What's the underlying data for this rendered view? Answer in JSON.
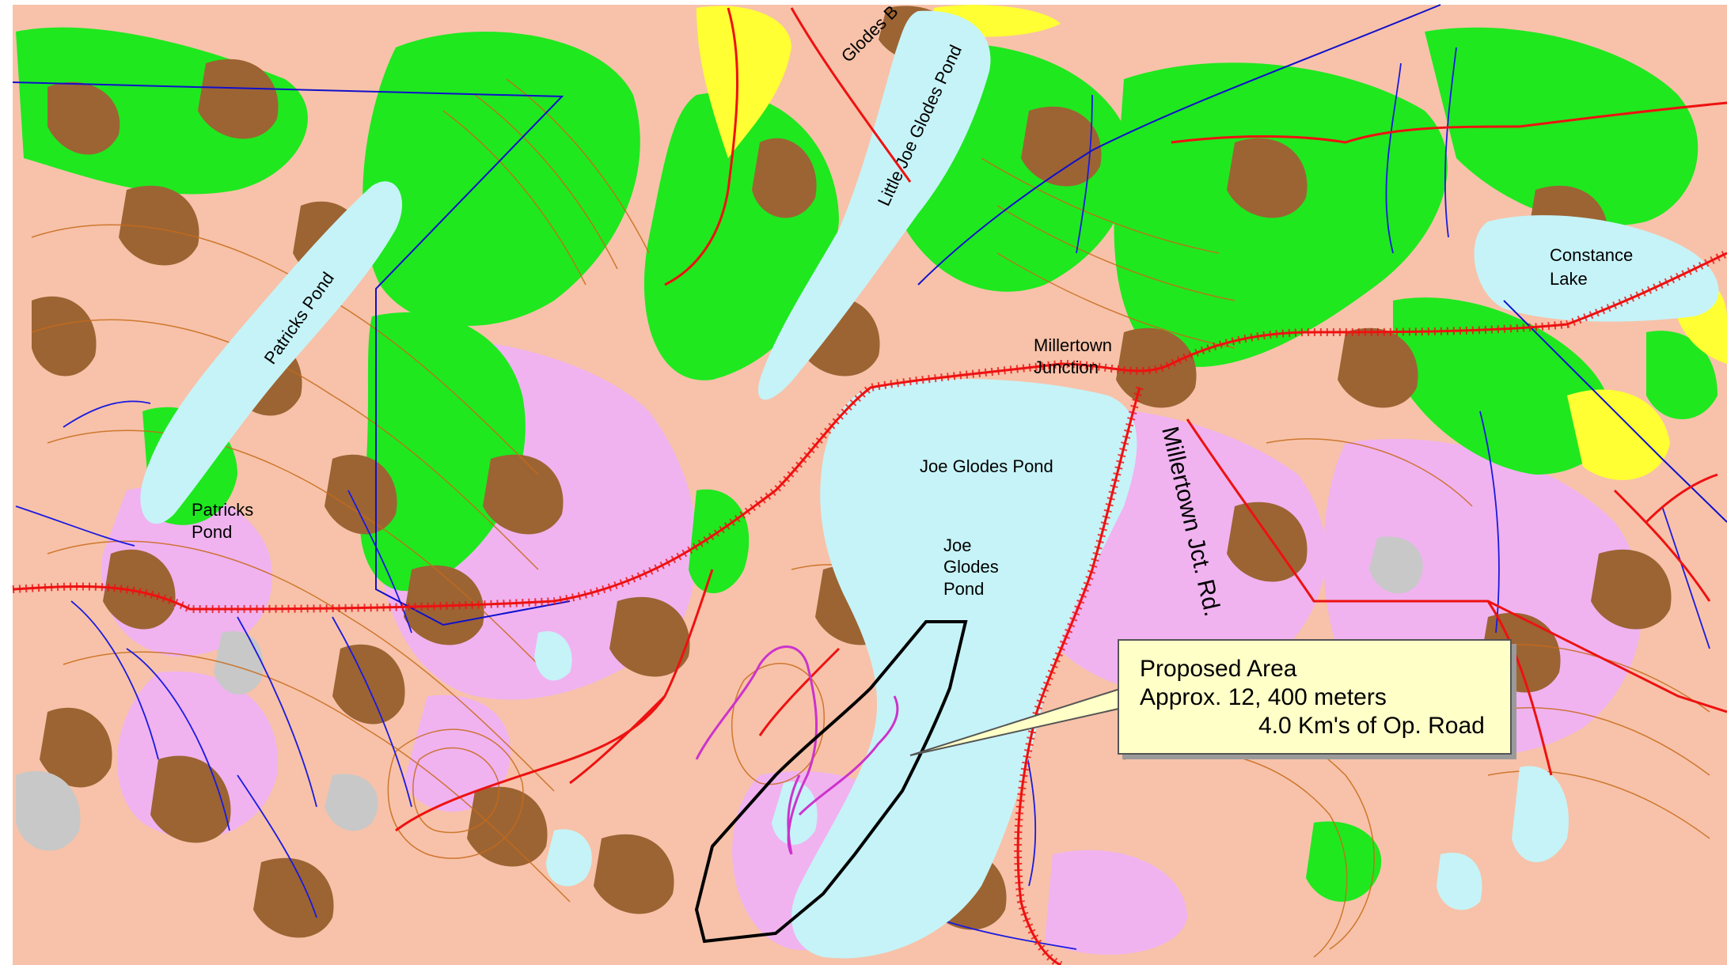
{
  "colors": {
    "background": "#f7c2a9",
    "forest": "#1fe81f",
    "cutover": "#9c6433",
    "wetland": "#f0b3f0",
    "water": "#c6f3f7",
    "barren": "#c8c8c8",
    "yellow_zone": "#ffff33",
    "road": "#ee1111",
    "boundary": "#1010cc",
    "stream": "#1a1ae0",
    "contour": "#c86a1a",
    "proposed_road": "#cc33cc",
    "callout_fill": "#ffffc8"
  },
  "labels": {
    "patricks_pond_1": "Patricks Pond",
    "patricks_pond_2a": "Patricks",
    "patricks_pond_2b": "Pond",
    "little_joe_glodes": "Little Joe Glodes Pond",
    "glodes_top": "Glodes B",
    "constance_1": "Constance",
    "constance_2": "Lake",
    "millertown_1": "Millertown",
    "millertown_2": "Junction",
    "joe_glodes_1": "Joe Glodes Pond",
    "joe_glodes_2a": "Joe",
    "joe_glodes_2b": "Glodes",
    "joe_glodes_2c": "Pond",
    "road_label": "Millertown Jct. Rd."
  },
  "callout": {
    "line1": "Proposed Area",
    "line2": "Approx. 12, 400 meters",
    "line3": "4.0 Km's of Op. Road"
  },
  "icons": {
    "callout_pointer": "callout-pointer-icon"
  }
}
